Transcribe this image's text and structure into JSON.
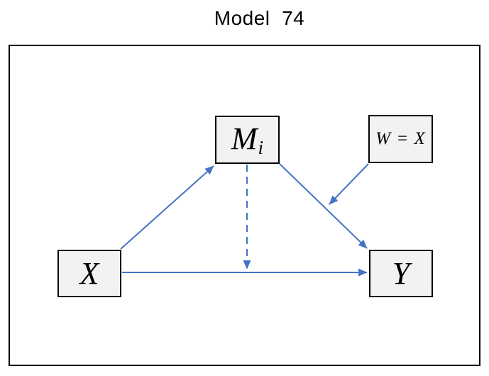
{
  "title": "Model  74",
  "diagram": {
    "nodes": {
      "m": {
        "label": "M",
        "subscript": "i",
        "role": "mediator"
      },
      "w": {
        "label": "W = X",
        "role": "moderator"
      },
      "x": {
        "label": "X",
        "role": "independent-variable"
      },
      "y": {
        "label": "Y",
        "role": "dependent-variable"
      }
    },
    "edges": [
      {
        "id": "x-to-m",
        "from": "X",
        "to": "Mi",
        "style": "solid"
      },
      {
        "id": "m-to-y",
        "from": "Mi",
        "to": "Y",
        "style": "solid"
      },
      {
        "id": "x-to-y",
        "from": "X",
        "to": "Y",
        "style": "solid"
      },
      {
        "id": "m-to-xy",
        "from": "Mi",
        "to": "X-to-Y path",
        "style": "dashed"
      },
      {
        "id": "w-to-my",
        "from": "W = X",
        "to": "Mi-to-Y path",
        "style": "solid"
      }
    ],
    "colors": {
      "arrow": "#4472C4",
      "node_fill": "#F2F2F2",
      "node_border": "#000000",
      "frame_border": "#000000",
      "title_text": "#000000"
    }
  }
}
